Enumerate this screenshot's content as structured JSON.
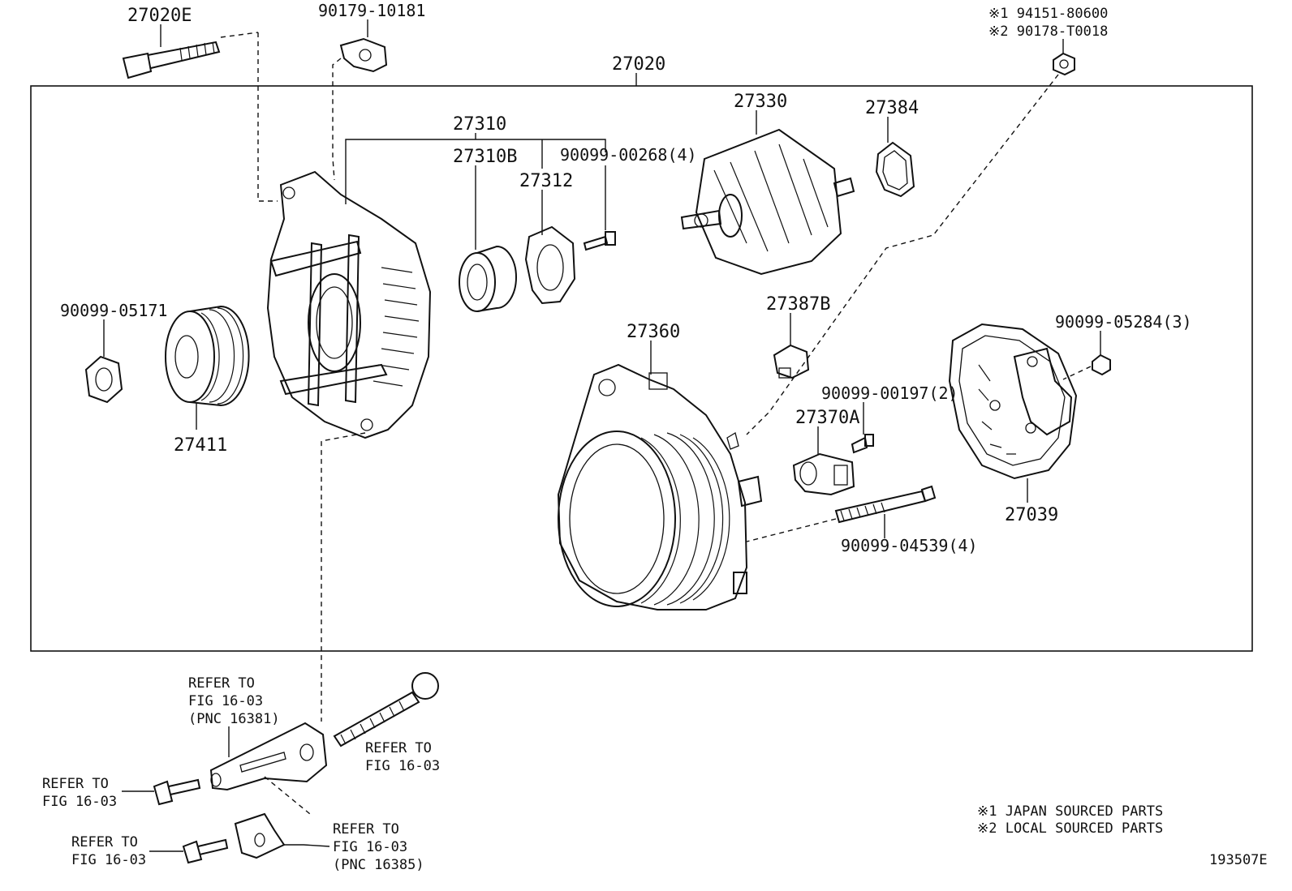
{
  "diagram": {
    "figure_id": "193507E",
    "assembly_label": "27020",
    "labels": {
      "p27020E": "27020E",
      "p90179": "90179-10181",
      "note1_pn": "※1 94151-80600",
      "note2_pn": "※2 90178-T0018",
      "p27310": "27310",
      "p27310B": "27310B",
      "p27312": "27312",
      "p90099_00268": "90099-00268(4)",
      "p27330": "27330",
      "p27384": "27384",
      "p90099_05171": "90099-05171",
      "p27411": "27411",
      "p27387B": "27387B",
      "p27360": "27360",
      "p90099_05284": "90099-05284(3)",
      "p90099_00197": "90099-00197(2)",
      "p27370A": "27370A",
      "p27039": "27039",
      "p90099_04539": "90099-04539(4)"
    },
    "refers": {
      "r1": [
        "REFER TO",
        "FIG 16-03",
        "(PNC 16381)"
      ],
      "r2": [
        "REFER TO",
        "FIG 16-03"
      ],
      "r3": [
        "REFER TO",
        "FIG 16-03"
      ],
      "r4": [
        "REFER TO",
        "FIG 16-03"
      ],
      "r5": [
        "REFER TO",
        "FIG 16-03",
        "(PNC 16385)"
      ]
    },
    "legend": {
      "l1": "※1  JAPAN SOURCED PARTS",
      "l2": "※2  LOCAL SOURCED PARTS"
    }
  }
}
